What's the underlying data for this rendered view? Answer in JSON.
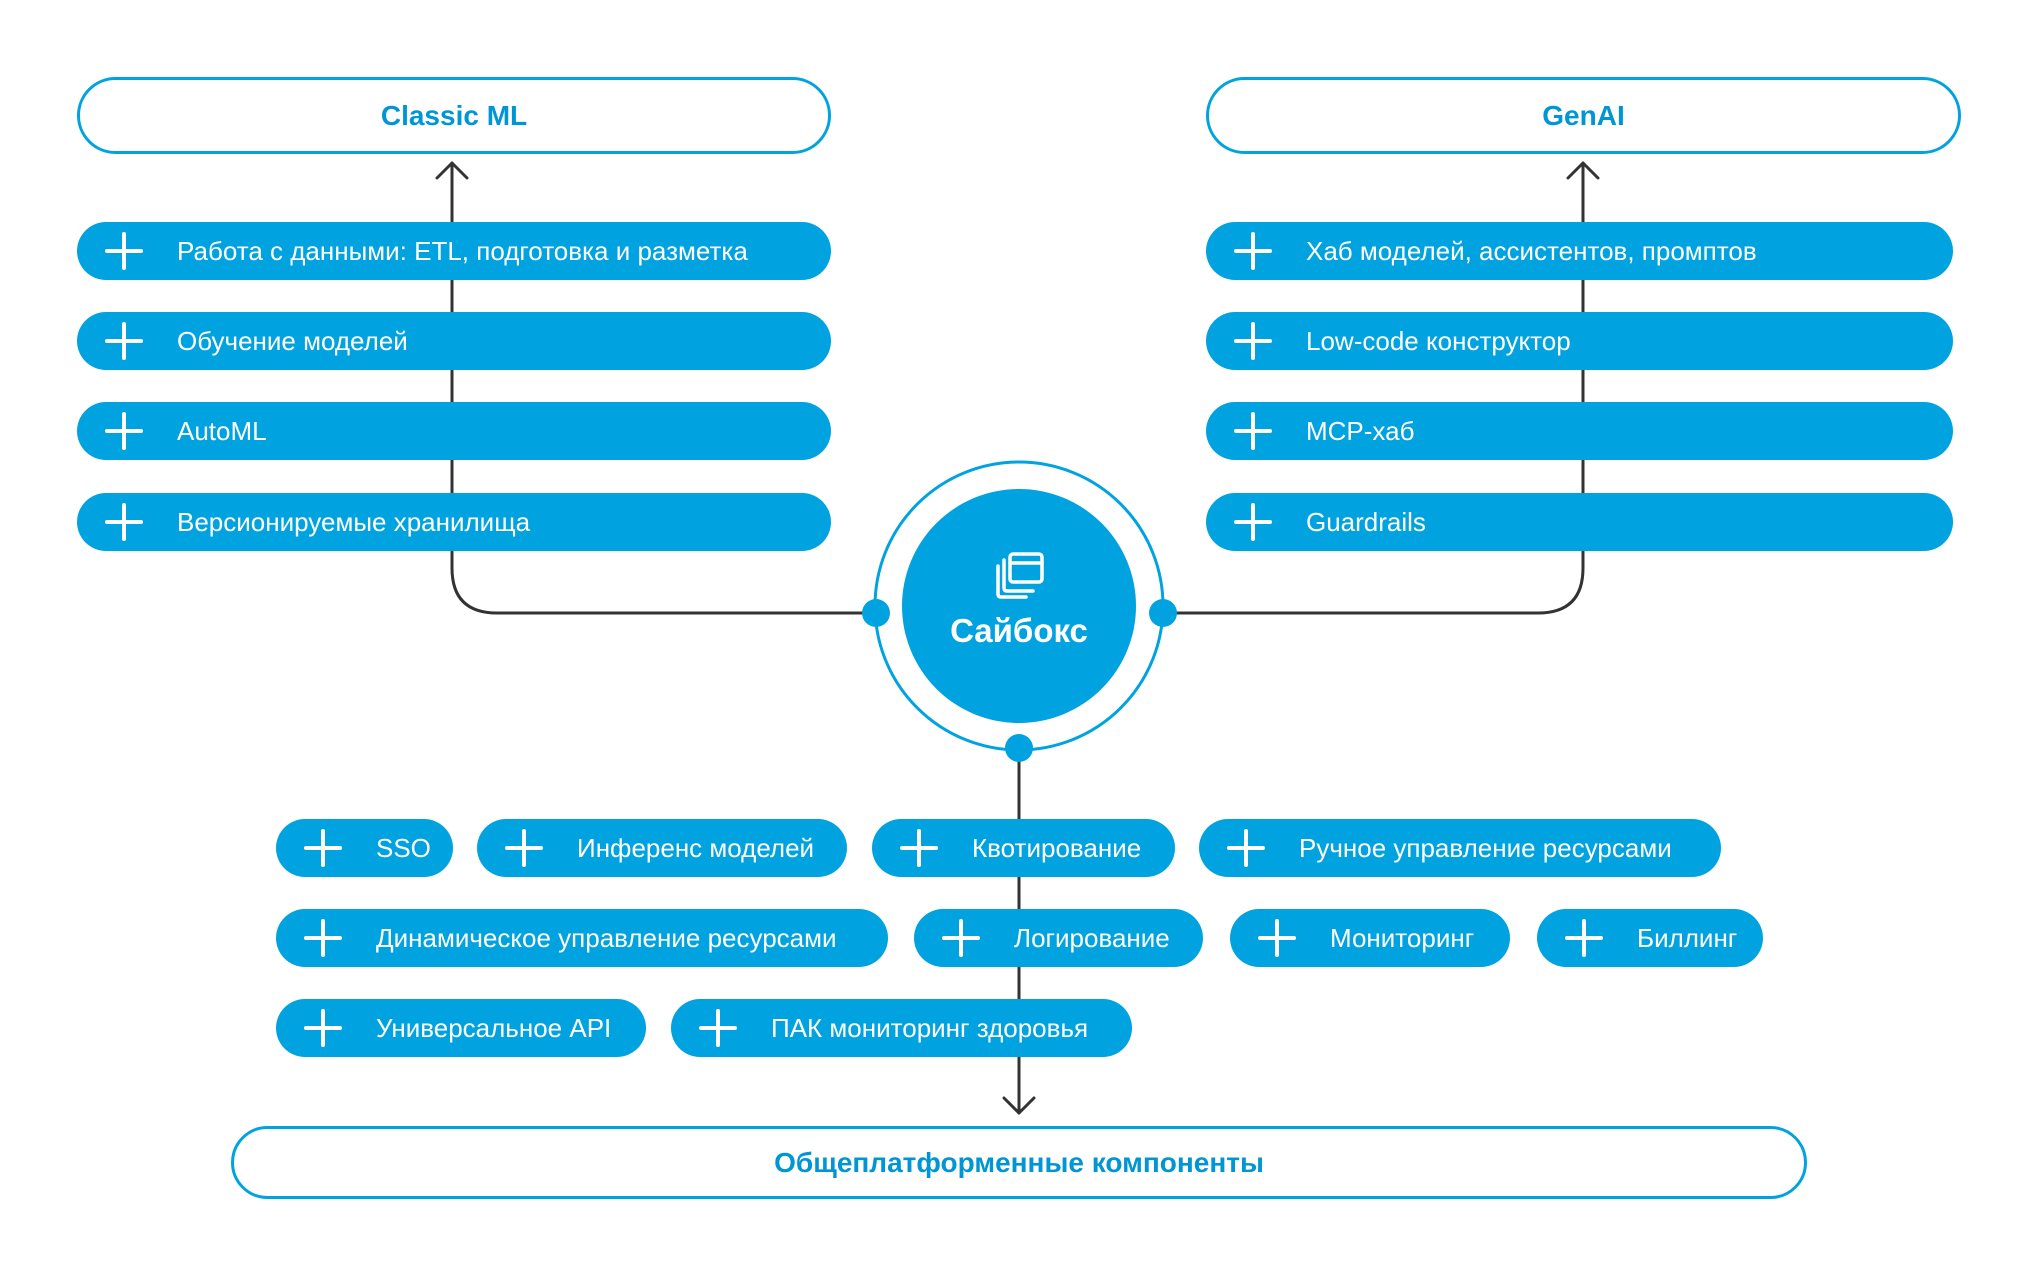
{
  "colors": {
    "accent": "#00a3e0",
    "heading_text": "#0096d6",
    "connector": "#333333",
    "pill_text": "#ffffff"
  },
  "icon": "windows-stack-icon",
  "hub": {
    "label": "Сайбокс"
  },
  "classic_ml": {
    "title": "Classic ML",
    "items": [
      "Работа с данными: ETL, подготовка и разметка",
      "Обучение моделей",
      "AutoML",
      "Версионируемые хранилища"
    ]
  },
  "genai": {
    "title": "GenAI",
    "items": [
      "Хаб моделей, ассистентов, промптов",
      "Low-code конструктор",
      "MCP-хаб",
      "Guardrails"
    ]
  },
  "common": {
    "title": "Общеплатформенные компоненты",
    "items": [
      "SSO",
      "Инференс моделей",
      "Квотирование",
      "Ручное управление ресурсами",
      "Динамическое управление ресурсами",
      "Логирование",
      "Мониторинг",
      "Биллинг",
      "Универсальное API",
      "ПАК мониторинг здоровья"
    ]
  }
}
